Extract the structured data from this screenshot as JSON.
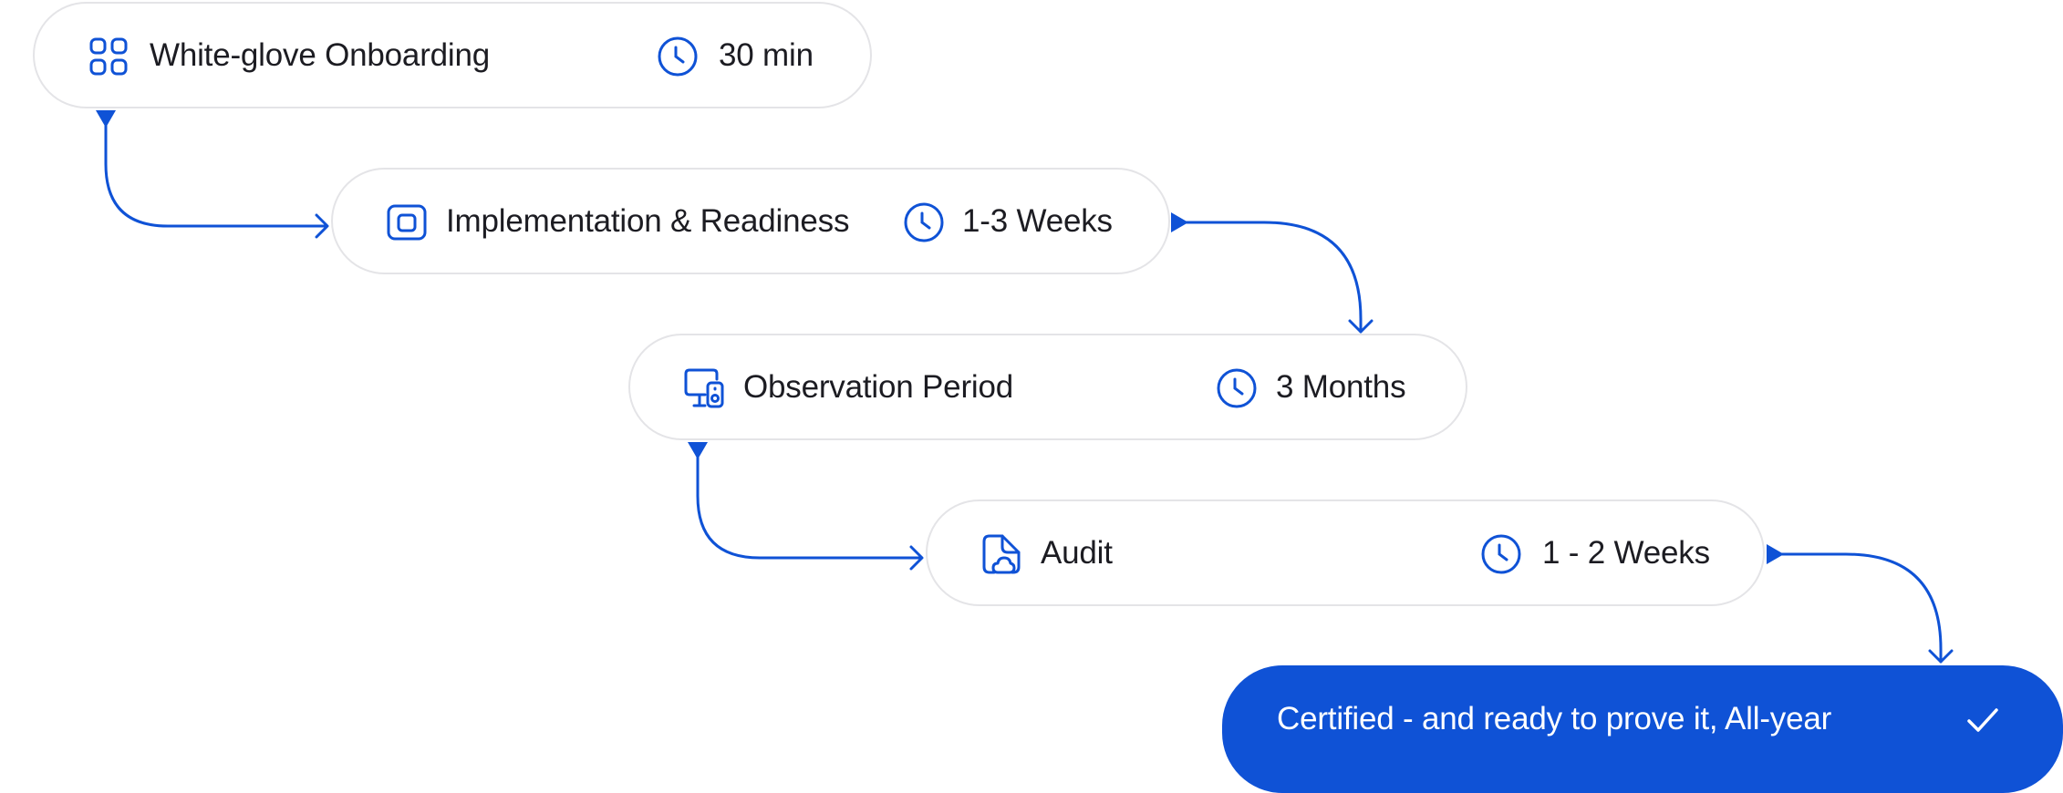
{
  "accent_color": "#0f52d6",
  "border_color": "#e4e4e7",
  "text_color": "#1c1c22",
  "steps": [
    {
      "title": "White-glove Onboarding",
      "duration": "30 min",
      "icon": "grid-icon"
    },
    {
      "title": "Implementation & Readiness",
      "duration": "1-3 Weeks",
      "icon": "square-frame-icon"
    },
    {
      "title": "Observation Period",
      "duration": "3 Months",
      "icon": "monitor-device-icon"
    },
    {
      "title": "Audit",
      "duration": "1 - 2 Weeks",
      "icon": "document-cloud-icon"
    }
  ],
  "final": {
    "label": "Certified - and ready to prove it, All-year",
    "icon": "check-icon"
  },
  "duration_icon": "clock-icon"
}
